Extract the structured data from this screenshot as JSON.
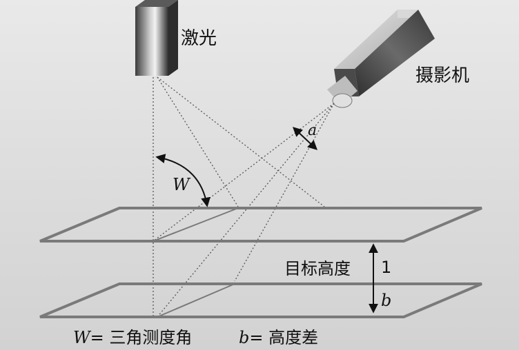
{
  "labels": {
    "laser": "激光",
    "camera": "摄影机",
    "angle_a": "a",
    "angle_w": "W",
    "target_height": "目标高度",
    "level_1": "1",
    "diff_b": "b"
  },
  "legend": {
    "w_symbol": "W",
    "w_text": "= 三角测度角",
    "b_symbol": "b",
    "b_text": "= 高度差"
  },
  "colors": {
    "plane_edge": "#7a7a7a",
    "beam": "#555555",
    "text": "#111111"
  }
}
